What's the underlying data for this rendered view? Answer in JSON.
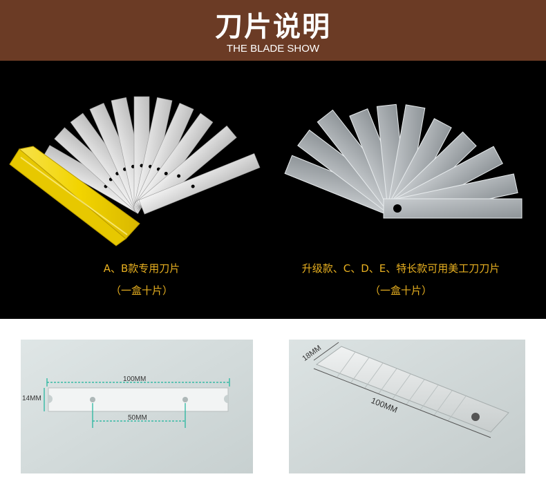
{
  "header": {
    "title": "刀片说明",
    "subtitle": "THE BLADE SHOW"
  },
  "left_product": {
    "caption_line1": "A、B款专用刀片",
    "caption_line2": "（一盒十片）"
  },
  "right_product": {
    "caption_line1": "升级款、C、D、E、特长款可用美工刀刀片",
    "caption_line2": "（一盒十片）"
  },
  "blade_a": {
    "length_label": "100MM",
    "width_label": "14MM",
    "hole_spacing_label": "50MM"
  },
  "blade_b": {
    "width_label": "18MM",
    "length_label": "100MM"
  },
  "colors": {
    "header_bg": "#6b3b25",
    "caption": "#e8b020",
    "dimension_line": "#19b39a"
  }
}
